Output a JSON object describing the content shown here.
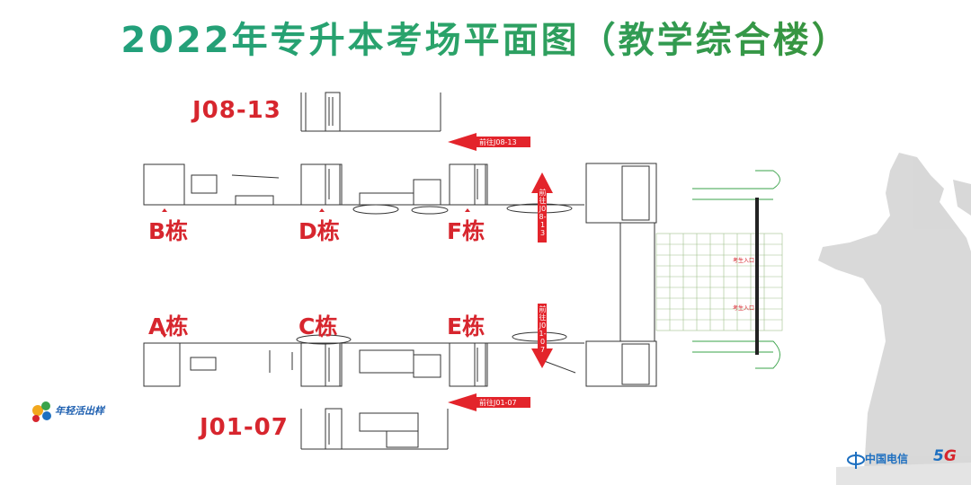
{
  "title": "2022年专升本考场平面图（教学综合楼）",
  "room_ranges": {
    "north": "J08-13",
    "south": "J01-07"
  },
  "buildings": {
    "b": "B栋",
    "d": "D栋",
    "f": "F栋",
    "a": "A栋",
    "c": "C栋",
    "e": "E栋"
  },
  "arrows": {
    "to_north_h": "前往J08-13",
    "to_north_v": "前往J08-13",
    "to_south_h": "前往J01-07",
    "to_south_v": "前往J01-07"
  },
  "entrance_labels": [
    "考生入口",
    "考生入口"
  ],
  "logos": {
    "left": "年轻活出样",
    "right": "中国电信",
    "right_5g_5": "5",
    "right_5g_g": "G"
  },
  "colors": {
    "title_start": "#1f9e82",
    "title_end": "#3d8f2e",
    "labels": "#d7262e"
  }
}
